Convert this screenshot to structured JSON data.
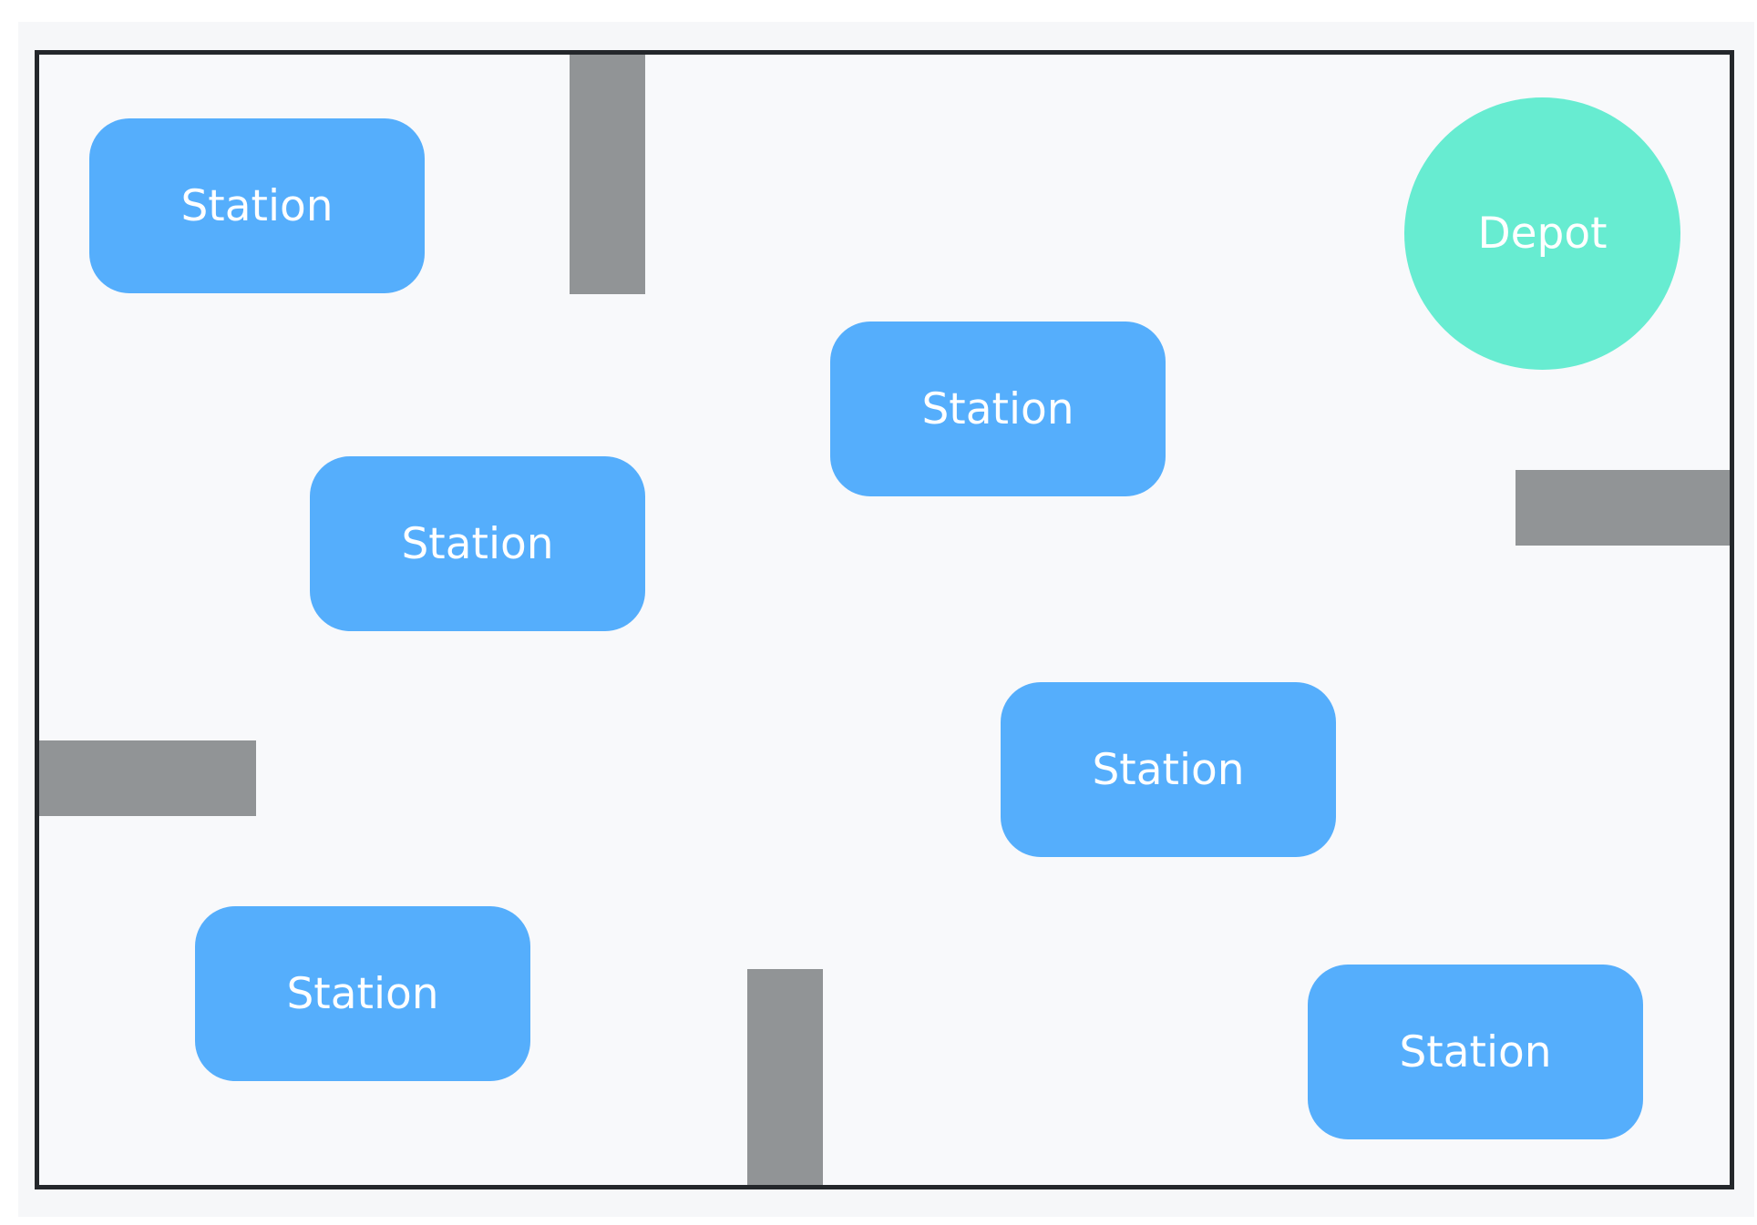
{
  "map": {
    "depot": {
      "label": "Depot",
      "color": "#67ecd1"
    },
    "stations": [
      {
        "label": "Station"
      },
      {
        "label": "Station"
      },
      {
        "label": "Station"
      },
      {
        "label": "Station"
      },
      {
        "label": "Station"
      },
      {
        "label": "Station"
      }
    ],
    "station_color": "#55aefc",
    "wall_color": "#919496",
    "border_color": "#24272b",
    "background_color": "#f8f9fb"
  }
}
